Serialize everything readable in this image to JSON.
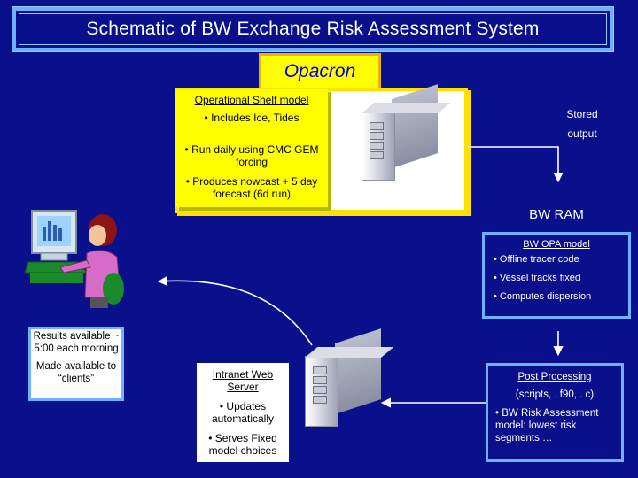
{
  "title": "Schematic of BW Exchange Risk Assessment System",
  "opacron": "Opacron",
  "operational": {
    "heading": "Operational Shelf  model",
    "bullet1": "• Includes Ice, Tides",
    "bullet2": "• Run daily using CMC GEM forcing",
    "bullet3": "• Produces nowcast + 5 day forecast (6d run)"
  },
  "stored": {
    "line1": "Stored",
    "line2": "output"
  },
  "bw_ram": {
    "title": "BW RAM",
    "heading": "BW OPA model",
    "bullet1": "• Offline tracer code",
    "bullet2": "• Vessel tracks fixed",
    "bullet3": "• Computes dispersion"
  },
  "results": {
    "line1": "Results available ~ 5:00 each morning",
    "line2": "Made available to “clients”"
  },
  "intranet": {
    "heading": "Intranet Web Server",
    "bullet1": "• Updates automatically",
    "bullet2": "• Serves Fixed model choices"
  },
  "post_processing": {
    "heading": "Post Processing",
    "sub": "(scripts, . f90, . c)",
    "bullet1": "• BW Risk Assessment model:  lowest risk segments …"
  },
  "colors": {
    "background": "#0a0f8c",
    "highlight": "#ffff00",
    "border": "#6fb0ff"
  }
}
